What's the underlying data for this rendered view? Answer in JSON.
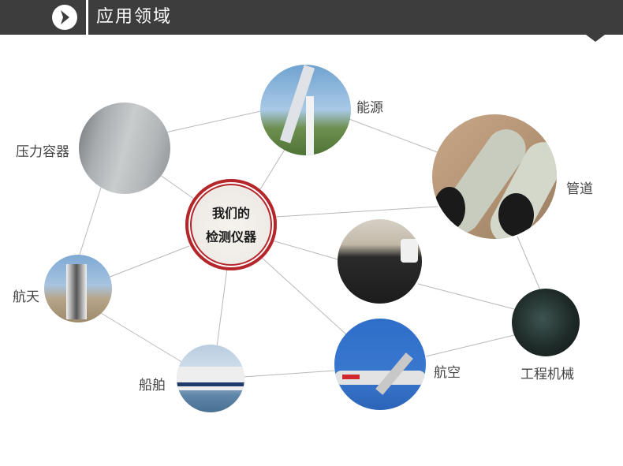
{
  "header": {
    "title": "应用领域",
    "icon": "chevron-right-icon",
    "background": "#3d3d3d"
  },
  "center": {
    "line1": "我们的",
    "line2": "检测仪器",
    "ring_color": "#b5262b"
  },
  "nodes": [
    {
      "id": "pressure-vessel",
      "label": "压力容器",
      "image": "pressure-vessel-photo"
    },
    {
      "id": "energy",
      "label": "能源",
      "image": "wind-turbine-photo"
    },
    {
      "id": "pipeline",
      "label": "管道",
      "image": "pipeline-trench-photo"
    },
    {
      "id": "pe-pipe",
      "label": "",
      "image": "black-pe-pipes-photo"
    },
    {
      "id": "aerospace",
      "label": "航天",
      "image": "rocket-launch-photo"
    },
    {
      "id": "machinery",
      "label": "工程机械",
      "image": "gears-photo"
    },
    {
      "id": "aviation",
      "label": "航空",
      "image": "airplane-photo"
    },
    {
      "id": "ship",
      "label": "船舶",
      "image": "ferry-ship-photo"
    }
  ]
}
